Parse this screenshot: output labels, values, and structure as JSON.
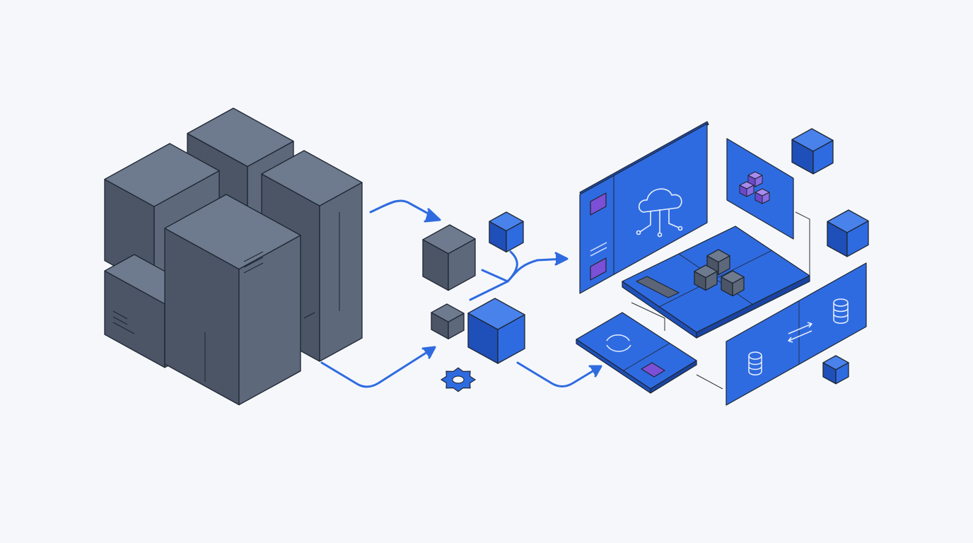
{
  "colors": {
    "background": "#f5f7fa",
    "gray_top": "#6e7b8e",
    "gray_left": "#4b5566",
    "gray_right": "#5d687a",
    "blue": "#2f6be0",
    "blue_dark": "#1f4fb8",
    "blue_light": "#4a82ec",
    "purple": "#7b4fd6",
    "outline": "#1e2633",
    "arrow": "#2f6be0"
  },
  "icons": [
    "monolith-blocks",
    "arrow",
    "cube",
    "gear-icon",
    "cloud-network-icon",
    "database-icon",
    "swap-arrows-icon",
    "cube-cluster-icon"
  ]
}
